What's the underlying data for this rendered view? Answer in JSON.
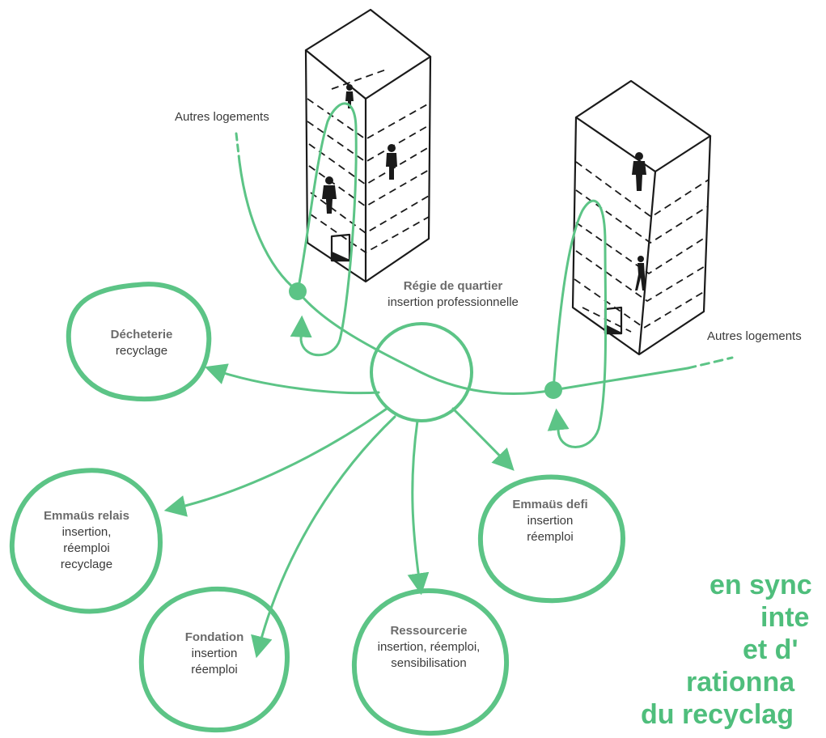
{
  "colors": {
    "accent_green": "#5cc486",
    "ink": "#1a1a1a",
    "label_bold": "#6b6b6b",
    "label_text": "#3a3a3a"
  },
  "center": {
    "title": "Régie de quartier",
    "subtitle": "insertion professionnelle"
  },
  "other_housing_left": "Autres logements",
  "other_housing_right": "Autres logements",
  "nodes": {
    "decheterie": {
      "title": "Décheterie",
      "lines": [
        "recyclage"
      ]
    },
    "emmaus_relais": {
      "title": "Emmaüs relais",
      "lines": [
        "insertion,",
        "réemploi",
        "recyclage"
      ]
    },
    "fondation": {
      "title": "Fondation",
      "lines": [
        "insertion",
        "réemploi"
      ]
    },
    "ressourcerie": {
      "title": "Ressourcerie",
      "lines": [
        "insertion, réemploi,",
        "sensibilisation"
      ]
    },
    "emmaus_defi": {
      "title": "Emmaüs defi",
      "lines": [
        "insertion",
        "réemploi"
      ]
    }
  },
  "tagline": [
    "en sync",
    "inte",
    "et d'",
    "rationna",
    "du recyclag"
  ],
  "icons": [
    "building-sketch",
    "person-figure",
    "door-icon",
    "loop-arrow",
    "hub-circle"
  ]
}
